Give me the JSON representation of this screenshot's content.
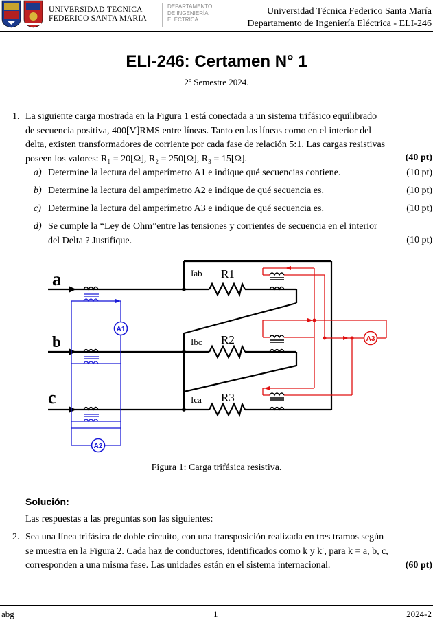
{
  "header": {
    "university_line1": "UNIVERSIDAD TECNICA",
    "university_line2": "FEDERICO SANTA MARIA",
    "department_line1": "DEPARTAMENTO",
    "department_line2": "DE INGENIERÍA",
    "department_line3": "ELÉCTRICA",
    "right_line1": "Universidad Técnica Federico Santa María",
    "right_line2": "Departamento de Ingeniería Eléctrica - ELI-246"
  },
  "title": "ELI-246: Certamen N° 1",
  "semester": "2º Semestre 2024.",
  "q1": {
    "number": "1.",
    "line1": "La siguiente carga mostrada en la Figura 1 está conectada a un sistema trifásico equilibrado",
    "line2": "de secuencia positiva, 400[V]RMS entre líneas. Tanto en las líneas como en el interior del",
    "line3": "delta, existen transformadores de corriente por cada fase de relación 5:1. Las cargas resistivas",
    "line4": "poseen los valores: R₁ = 20[Ω], R₂ = 250[Ω], R₃ = 15[Ω].",
    "points": "(40 pt)",
    "parts": [
      {
        "label": "a)",
        "text": "Determine la lectura del amperímetro A1 e indique qué secuencias contiene.",
        "points": "(10 pt)"
      },
      {
        "label": "b)",
        "text": "Determine la lectura del amperímetro A2 e indique de qué secuencia es.",
        "points": "(10 pt)"
      },
      {
        "label": "c)",
        "text": "Determine la lectura del amperímetro A3 e indique de qué secuencia es.",
        "points": "(10 pt)"
      },
      {
        "label": "d)",
        "text": "Se cumple la “Ley de Ohm”entre las tensiones y corrientes de secuencia en el interior",
        "text2": "del Delta ? Justifique.",
        "points": "(10 pt)"
      }
    ]
  },
  "figure": {
    "phase_a": "a",
    "phase_b": "b",
    "phase_c": "c",
    "i_ab": "Iab",
    "i_bc": "Ibc",
    "i_ca": "Ica",
    "r1": "R1",
    "r2": "R2",
    "r3": "R3",
    "a1": "A1",
    "a2": "A2",
    "a3": "A3",
    "colors": {
      "blue": "#1a1ad8",
      "red": "#e01010",
      "black": "#000000"
    }
  },
  "caption": "Figura 1: Carga trifásica resistiva.",
  "solution_heading": "Solución:",
  "solution_text": "Las respuestas a las preguntas son las siguientes:",
  "q2": {
    "number": "2.",
    "line1": "Sea una línea trifásica de doble circuito, con una transposición realizada en tres tramos según",
    "line2": "se muestra en la Figura 2. Cada haz de conductores, identificados como k y k′, para k = a, b, c,",
    "line3": "corresponden a una misma fase. Las unidades están en el sistema internacional.",
    "points": "(60 pt)"
  },
  "footer": {
    "left": "abg",
    "center": "1",
    "right": "2024-2"
  }
}
